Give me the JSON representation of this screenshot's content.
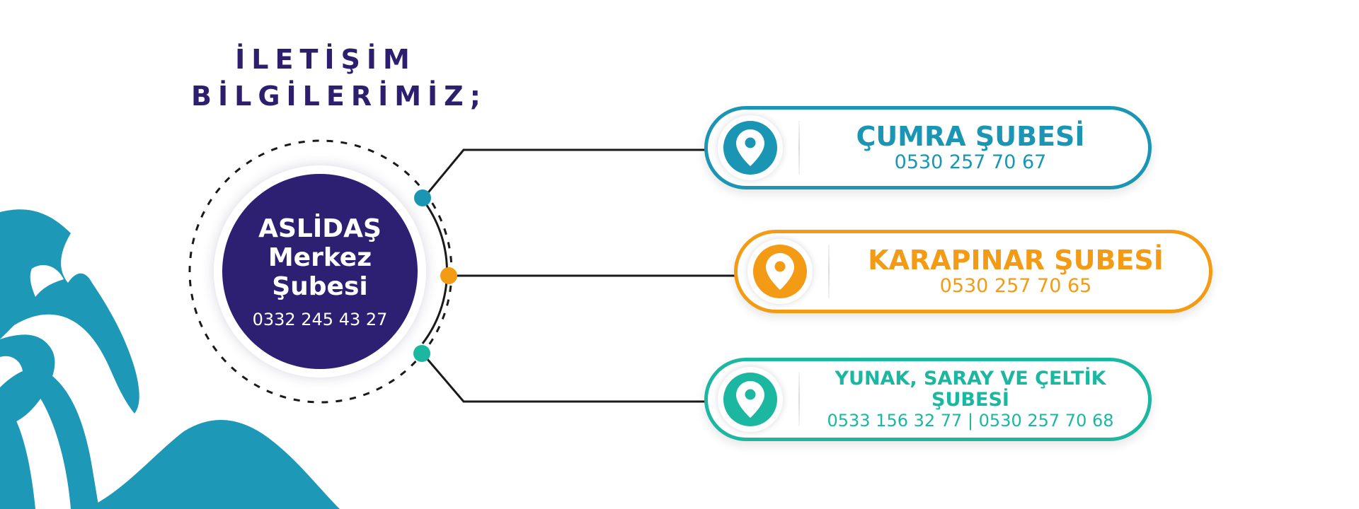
{
  "heading": {
    "line1": "İLETİŞİM",
    "line2": "BİLGİLERİMİZ;"
  },
  "main_branch": {
    "line1": "ASLİDAŞ",
    "line2": "Merkez",
    "line3": "Şubesi",
    "phone": "0332 245 43 27",
    "color": "#2d1f72"
  },
  "branches": [
    {
      "title": "ÇUMRA ŞUBESİ",
      "phone": "0530 257 70 67",
      "color": "#1a96b4",
      "icon": "location-pin-icon"
    },
    {
      "title": "KARAPINAR ŞUBESİ",
      "phone": "0530 257 70 65",
      "color": "#f49b16",
      "icon": "location-pin-icon"
    },
    {
      "title": "YUNAK, SARAY VE ÇELTİK ŞUBESİ",
      "phone": "0533 156 32 77 | 0530 257 70 68",
      "color": "#1cb7a0",
      "icon": "location-pin-icon"
    }
  ],
  "colors": {
    "ornament": "#1e98b7",
    "heading": "#2d1f6e",
    "connector": "#1a1a1a"
  }
}
